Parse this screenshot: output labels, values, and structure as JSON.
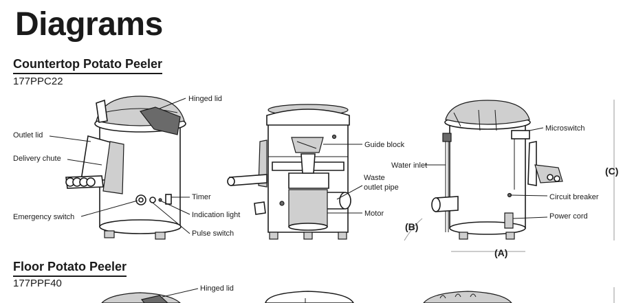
{
  "page": {
    "title": "Diagrams"
  },
  "sections": [
    {
      "title": "Countertop Potato Peeler",
      "model": "177PPC22"
    },
    {
      "title": "Floor Potato Peeler",
      "model": "177PPF40"
    }
  ],
  "countertop": {
    "left_view": {
      "hinged_lid": "Hinged lid",
      "outlet_lid": "Outlet lid",
      "delivery_chute": "Delivery chute",
      "emergency_switch": "Emergency switch",
      "timer": "Timer",
      "indication_light": "Indication light",
      "pulse_switch": "Pulse switch"
    },
    "center_view": {
      "guide_block": "Guide block",
      "waste_outlet_pipe_1": "Waste",
      "waste_outlet_pipe_2": "outlet pipe",
      "motor": "Motor"
    },
    "right_view": {
      "microswitch": "Microswitch",
      "water_inlet": "Water inlet",
      "circuit_breaker": "Circuit breaker",
      "power_cord": "Power cord",
      "dim_a": "(A)",
      "dim_b": "(B)",
      "dim_c": "(C)"
    }
  },
  "floor": {
    "left_view": {
      "hinged_lid": "Hinged lid"
    }
  }
}
